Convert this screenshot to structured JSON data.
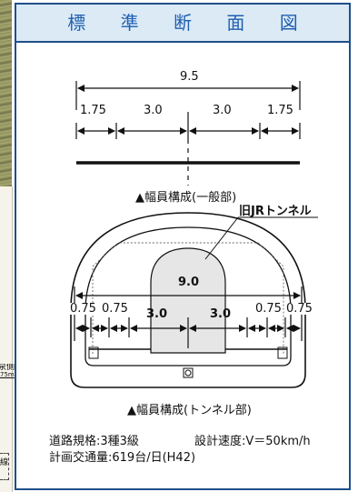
{
  "diagram": {
    "title": "標 準 断 面 図",
    "upper": {
      "total_width": "9.5",
      "segments": [
        "1.75",
        "3.0",
        "3.0",
        "1.75"
      ],
      "caption": "▲幅員構成(一般部)"
    },
    "tunnel": {
      "callout": "旧JRトンネル",
      "total_width": "9.0",
      "segments": [
        "0.75",
        "0.75",
        "3.0",
        "3.0",
        "0.75",
        "0.75"
      ],
      "caption": "▲幅員構成(トンネル部)"
    },
    "notes": {
      "road_standard": "道路規格:3種3級",
      "design_speed": "設計速度:V＝50km/h",
      "traffic_volume": "計画交通量:619台/日(H42)"
    }
  },
  "left_fragments": [
    "泉側)",
    "75m",
    "線"
  ],
  "colors": {
    "frame": "#1f4f8a",
    "title_bg": "#dceaf6",
    "title_text": "#1f5fb0",
    "old_tunnel_fill": "#e6e6e6"
  }
}
